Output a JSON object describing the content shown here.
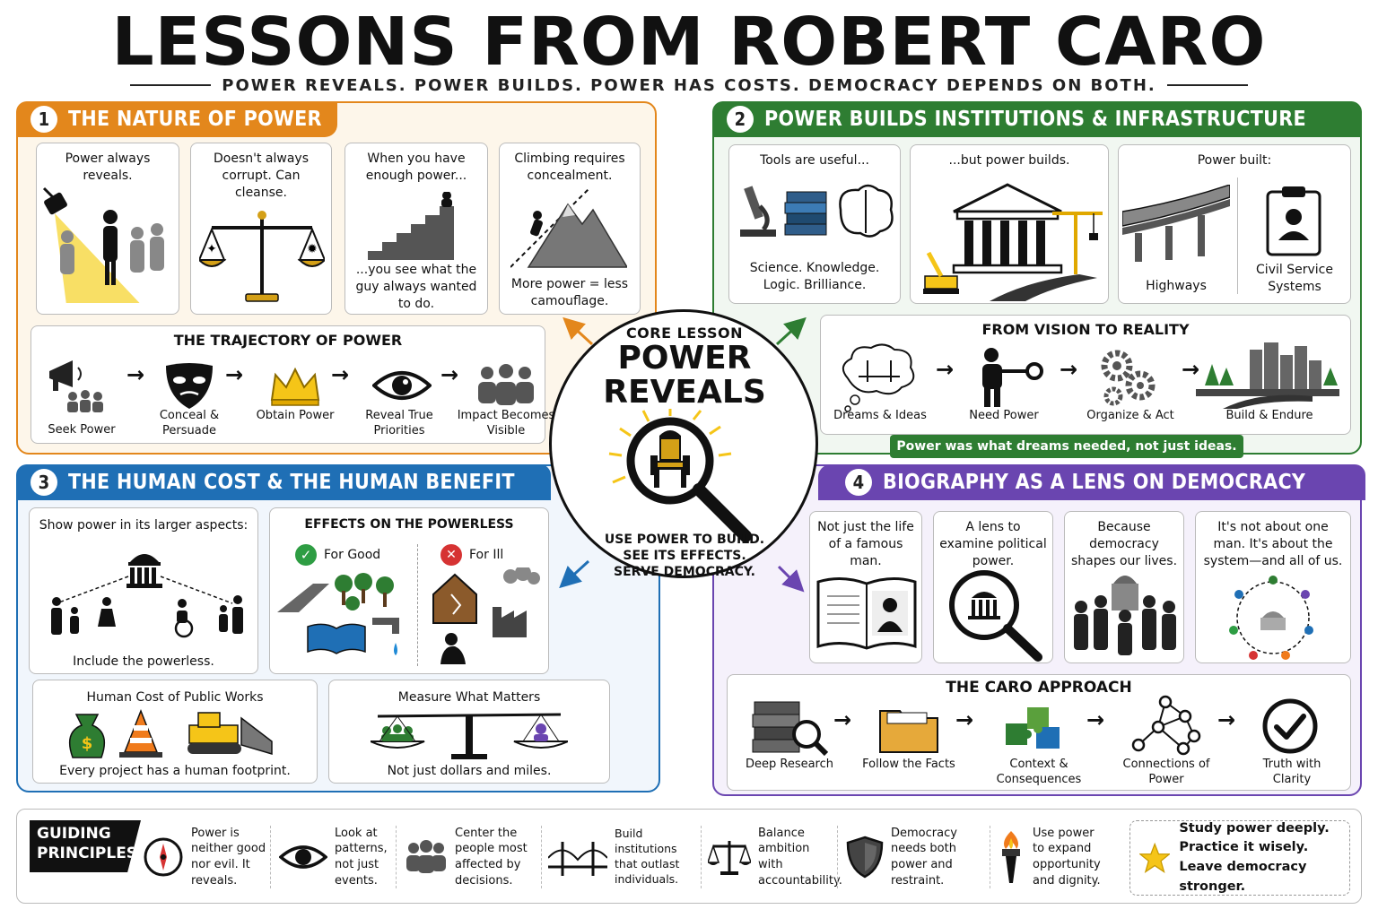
{
  "title": "LESSONS FROM ROBERT CARO",
  "subtitle": "POWER REVEALS.   POWER BUILDS.   POWER HAS COSTS.   DEMOCRACY DEPENDS ON BOTH.",
  "colors": {
    "orange": "#e3871c",
    "green": "#2e7d32",
    "blue": "#1f6fb5",
    "purple": "#6a45b0",
    "black": "#111111",
    "yellow": "#f5c518"
  },
  "s1": {
    "num": "1",
    "title": "THE NATURE OF POWER",
    "cards": [
      {
        "top": "Power always reveals.",
        "bottom": ""
      },
      {
        "top": "Doesn't always corrupt. Can cleanse.",
        "bottom": ""
      },
      {
        "top": "When you have enough power...",
        "bottom": "...you see what the guy always wanted to do."
      },
      {
        "top": "Climbing requires concealment.",
        "bottom": "More power = less camouflage."
      }
    ],
    "trajectory_title": "THE TRAJECTORY OF POWER",
    "trajectory": [
      "Seek Power",
      "Conceal & Persuade",
      "Obtain Power",
      "Reveal True Priorities",
      "Impact Becomes Visible"
    ]
  },
  "s2": {
    "num": "2",
    "title": "POWER BUILDS INSTITUTIONS & INFRASTRUCTURE",
    "card1": {
      "top": "Tools are useful...",
      "bottom": "Science. Knowledge. Logic. Brilliance."
    },
    "card2": {
      "top": "...but power builds."
    },
    "card3": {
      "top": "Power built:",
      "left": "Highways",
      "right": "Civil Service Systems"
    },
    "vision_title": "FROM VISION TO REALITY",
    "vision": [
      "Dreams & Ideas",
      "Need Power",
      "Organize & Act",
      "Build & Endure"
    ],
    "banner": "Power was what dreams needed, not just ideas."
  },
  "s3": {
    "num": "3",
    "title": "THE HUMAN COST & THE HUMAN BENEFIT",
    "card1": {
      "top": "Show power in its larger aspects:",
      "bottom": "Include the powerless."
    },
    "effects_title": "EFFECTS ON THE POWERLESS",
    "for_good": "For Good",
    "for_ill": "For Ill",
    "card3": {
      "top": "Human Cost of Public Works",
      "bottom": "Every project has a human footprint."
    },
    "card4": {
      "top": "Measure What Matters",
      "bottom": "Not just dollars and miles."
    }
  },
  "s4": {
    "num": "4",
    "title": "BIOGRAPHY AS A LENS ON DEMOCRACY",
    "cards": [
      "Not just the life of a famous man.",
      "A lens to examine political power.",
      "Because democracy shapes our lives.",
      "It's not about one man. It's about the system—and all of us."
    ],
    "approach_title": "THE CARO APPROACH",
    "approach": [
      "Deep Research",
      "Follow the Facts",
      "Context & Consequences",
      "Connections of Power",
      "Truth with Clarity"
    ]
  },
  "core": {
    "kicker": "CORE LESSON",
    "headline1": "POWER",
    "headline2": "REVEALS",
    "line1": "USE POWER TO BUILD.",
    "line2": "SEE ITS EFFECTS.",
    "line3": "SERVE DEMOCRACY."
  },
  "principles": {
    "label1": "GUIDING",
    "label2": "PRINCIPLES",
    "items": [
      {
        "icon": "compass-icon",
        "text": "Power is neither good nor evil. It reveals."
      },
      {
        "icon": "eye-icon",
        "text": "Look at patterns, not just events."
      },
      {
        "icon": "people-icon",
        "text": "Center the people most affected by decisions."
      },
      {
        "icon": "bridge-icon",
        "text": "Build institutions that outlast individuals."
      },
      {
        "icon": "scales-icon",
        "text": "Balance ambition with accountability."
      },
      {
        "icon": "shield-icon",
        "text": "Democracy needs both power and restraint."
      },
      {
        "icon": "torch-icon",
        "text": "Use power to expand opportunity and dignity."
      }
    ],
    "final1": "Study power deeply.",
    "final2": "Practice it wisely.",
    "final3": "Leave democracy stronger."
  }
}
